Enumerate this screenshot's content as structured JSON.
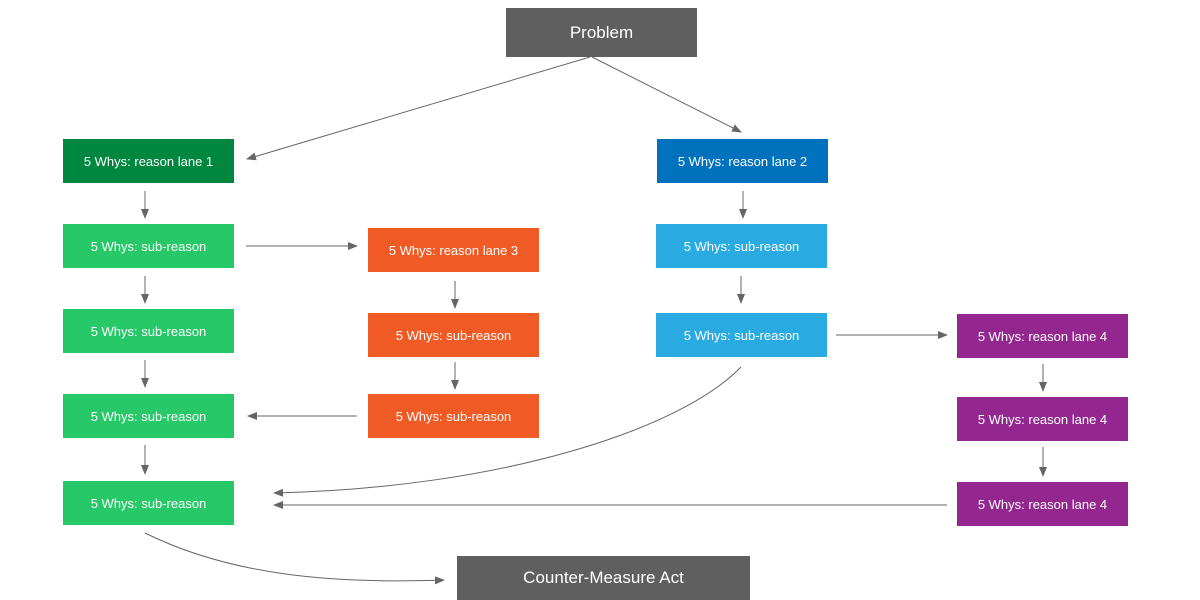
{
  "diagram": {
    "problem": "Problem",
    "counter_measure": "Counter-Measure Act",
    "lane1": {
      "title": "5 Whys: reason lane 1",
      "subs": [
        "5 Whys: sub-reason",
        "5 Whys: sub-reason",
        "5 Whys: sub-reason",
        "5 Whys: sub-reason"
      ]
    },
    "lane2": {
      "title": "5 Whys: reason lane 2",
      "subs": [
        "5 Whys: sub-reason",
        "5 Whys: sub-reason"
      ]
    },
    "lane3": {
      "title": "5 Whys: reason lane 3",
      "subs": [
        "5 Whys: sub-reason",
        "5 Whys: sub-reason"
      ]
    },
    "lane4": {
      "items": [
        "5 Whys: reason lane 4",
        "5 Whys: reason lane 4",
        "5 Whys: reason lane 4"
      ]
    }
  },
  "colors": {
    "problem_box": "#5f5f5f",
    "lane1_head": "#00873f",
    "lane1_sub": "#26c867",
    "lane2_head": "#0071bc",
    "lane2_sub": "#29abe2",
    "lane3": "#f05a24",
    "lane4": "#93278f",
    "connector": "#666666"
  }
}
